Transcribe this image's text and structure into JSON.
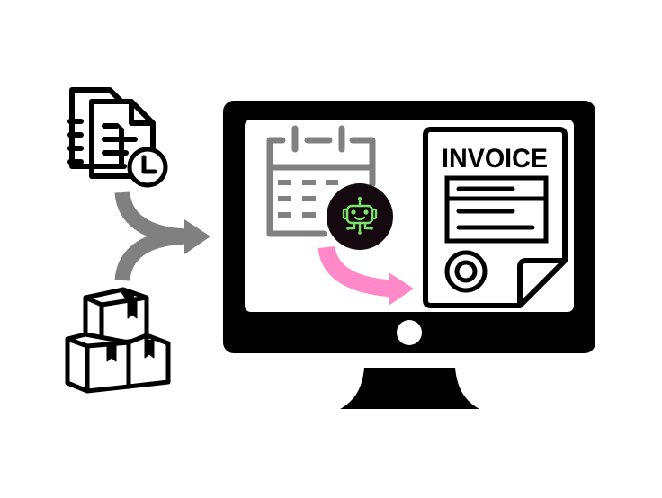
{
  "diagram": {
    "description": "Automated invoice generation workflow illustration",
    "inputs": [
      {
        "id": "documents",
        "label": "documents-with-clock",
        "icon": "documents-clock-icon"
      },
      {
        "id": "packages",
        "label": "stacked-boxes",
        "icon": "boxes-icon"
      }
    ],
    "merge_arrow": {
      "color": "#808080",
      "icon": "merge-arrow-icon"
    },
    "monitor": {
      "frame_color": "#000000",
      "screen_color": "#ffffff",
      "calendar": {
        "color": "#808080",
        "icon": "calendar-icon"
      },
      "robot_badge": {
        "background": "#14090f",
        "foreground": "#7de06f",
        "icon": "robot-icon"
      },
      "process_arrow": {
        "color": "#ff88c8",
        "icon": "curved-arrow-icon"
      },
      "invoice": {
        "title": "INVOICE",
        "icon": "invoice-document-icon"
      }
    }
  }
}
